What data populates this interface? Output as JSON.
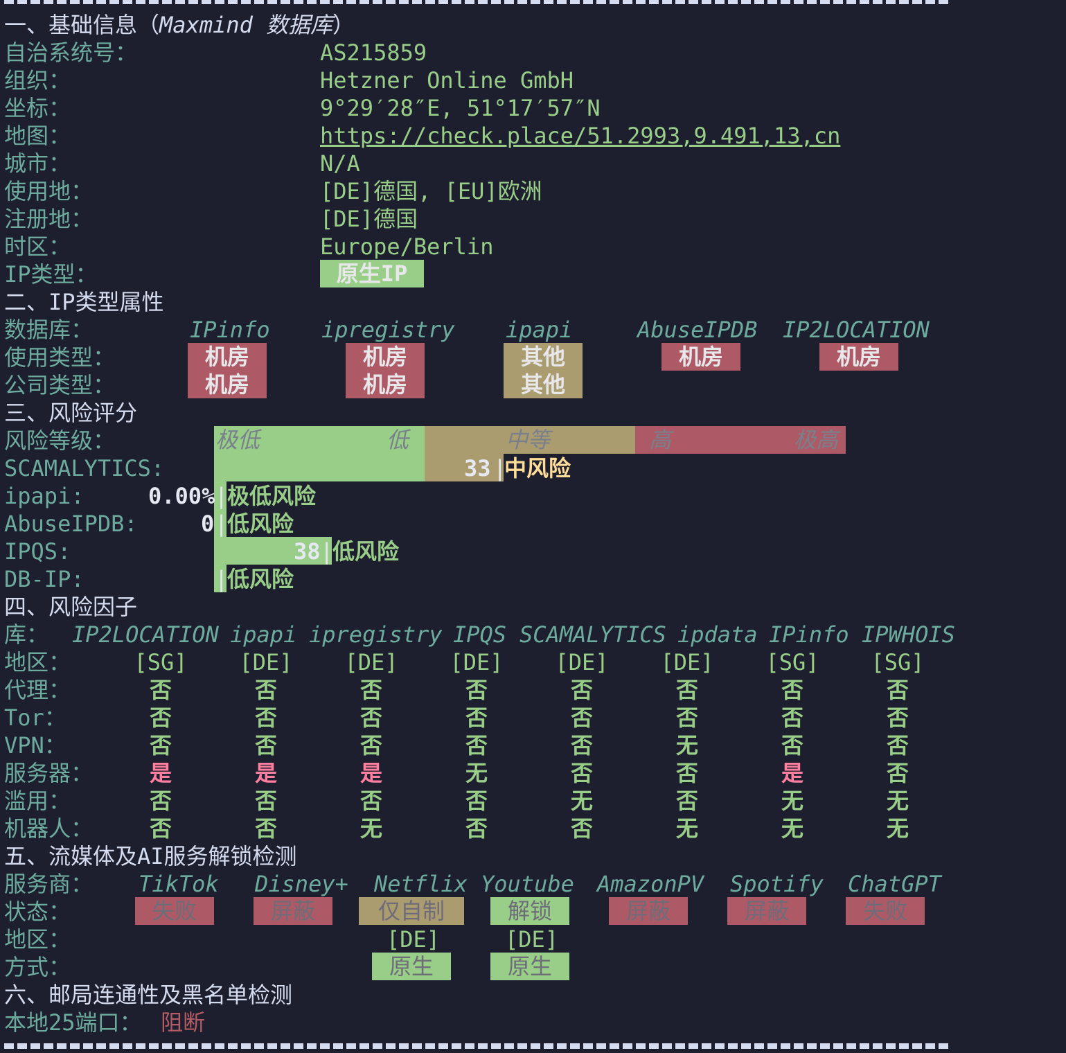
{
  "sec1": {
    "title": "一、基础信息（",
    "title_em": "Maxmind 数据库",
    "title_end": "）",
    "rows": [
      {
        "label": "自治系统号：",
        "value": "AS215859"
      },
      {
        "label": "组织：",
        "value": "Hetzner Online GmbH"
      },
      {
        "label": "坐标：",
        "value": "9°29′28″E, 51°17′57″N"
      },
      {
        "label": "地图：",
        "value": "https://check.place/51.2993,9.491,13,cn"
      },
      {
        "label": "城市：",
        "value": "N/A"
      },
      {
        "label": "使用地：",
        "value": "[DE]德国, [EU]欧洲"
      },
      {
        "label": "注册地：",
        "value": "[DE]德国"
      },
      {
        "label": "时区：",
        "value": "Europe/Berlin"
      },
      {
        "label": "IP类型：",
        "value": "原生IP"
      }
    ]
  },
  "sec2": {
    "title": "二、IP类型属性",
    "db_label": "数据库：",
    "usage_label": "使用类型：",
    "company_label": "公司类型：",
    "dbs": [
      "IPinfo",
      "ipregistry",
      "ipapi",
      "AbuseIPDB",
      "IP2LOCATION"
    ],
    "usage": [
      "机房",
      "机房",
      "其他",
      "机房",
      "机房"
    ],
    "company": [
      "机房",
      "机房",
      "其他",
      "",
      ""
    ]
  },
  "sec3": {
    "title": "三、风险评分",
    "level_label": "风险等级：",
    "levels": [
      "极低",
      "低",
      "中等",
      "高",
      "极高"
    ],
    "scores": [
      {
        "label": "SCAMALYTICS:",
        "value": "33",
        "verdict": "中风险",
        "fraction": 0.33
      },
      {
        "label": "ipapi:",
        "value": "0.00%",
        "verdict": "极低风险",
        "fraction": 0.0
      },
      {
        "label": "AbuseIPDB:",
        "value": "0",
        "verdict": "低风险",
        "fraction": 0.0
      },
      {
        "label": "IPQS:",
        "value": "38",
        "verdict": "低风险",
        "fraction": 0.38
      },
      {
        "label": "DB-IP:",
        "value": "",
        "verdict": "低风险",
        "fraction": 0.0
      }
    ]
  },
  "sec4": {
    "title": "四、风险因子",
    "lib_label": "库：",
    "libs": [
      "IP2LOCATION",
      "ipapi",
      "ipregistry",
      "IPQS",
      "SCAMALYTICS",
      "ipdata",
      "IPinfo",
      "IPWHOIS"
    ],
    "region_label": "地区：",
    "regions": [
      "[SG]",
      "[DE]",
      "[DE]",
      "[DE]",
      "[DE]",
      "[DE]",
      "[SG]",
      "[SG]"
    ],
    "factors": [
      {
        "label": "代理：",
        "values": [
          "否",
          "否",
          "否",
          "否",
          "否",
          "否",
          "否",
          "否"
        ]
      },
      {
        "label": "Tor：",
        "values": [
          "否",
          "否",
          "否",
          "否",
          "否",
          "否",
          "否",
          "否"
        ]
      },
      {
        "label": "VPN：",
        "values": [
          "否",
          "否",
          "否",
          "否",
          "否",
          "无",
          "否",
          "否"
        ]
      },
      {
        "label": "服务器：",
        "values": [
          "是",
          "是",
          "是",
          "无",
          "否",
          "否",
          "是",
          "否"
        ]
      },
      {
        "label": "滥用：",
        "values": [
          "否",
          "否",
          "否",
          "否",
          "无",
          "否",
          "无",
          "无"
        ]
      },
      {
        "label": "机器人：",
        "values": [
          "否",
          "否",
          "无",
          "否",
          "否",
          "无",
          "无",
          "无"
        ]
      }
    ]
  },
  "sec5": {
    "title": "五、流媒体及AI服务解锁检测",
    "provider_label": "服务商：",
    "status_label": "状态：",
    "region_label": "地区：",
    "method_label": "方式：",
    "services": [
      {
        "name": "TikTok",
        "status": "失败",
        "region": "",
        "method": ""
      },
      {
        "name": "Disney+",
        "status": "屏蔽",
        "region": "",
        "method": ""
      },
      {
        "name": "Netflix",
        "status": "仅自制",
        "region": "[DE]",
        "method": "原生"
      },
      {
        "name": "Youtube",
        "status": "解锁",
        "region": "[DE]",
        "method": "原生"
      },
      {
        "name": "AmazonPV",
        "status": "屏蔽",
        "region": "",
        "method": ""
      },
      {
        "name": "Spotify",
        "status": "屏蔽",
        "region": "",
        "method": ""
      },
      {
        "name": "ChatGPT",
        "status": "失败",
        "region": "",
        "method": ""
      }
    ]
  },
  "sec6": {
    "title": "六、邮局连通性及黑名单检测",
    "port_label": "本地25端口：",
    "port_status": "阻断"
  },
  "colors": {
    "background": "#1e1f2e",
    "label_teal": "#6dab9f",
    "ok_green": "#98ce88",
    "bad_red": "#ae5a66",
    "warn_tan": "#ab9c70",
    "yes_pink": "#ff7fa0"
  }
}
